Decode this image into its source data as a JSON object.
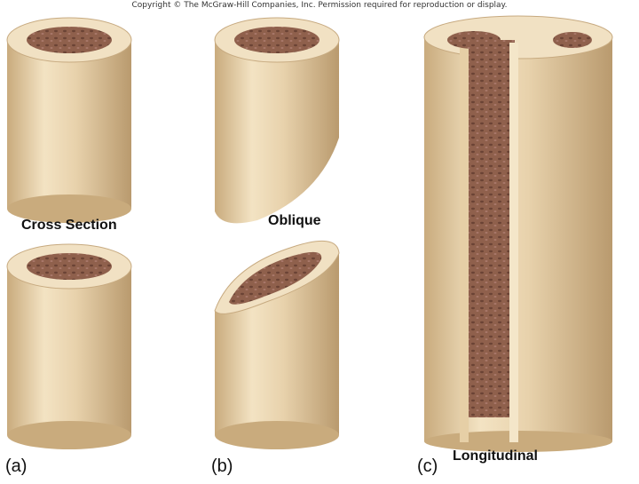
{
  "copyright": "Copyright © The McGraw-Hill Companies, Inc. Permission required for reproduction or display.",
  "labels": {
    "cross_section": "Cross Section",
    "oblique": "Oblique",
    "longitudinal": "Longitudinal"
  },
  "panels": {
    "a": "(a)",
    "b": "(b)",
    "c": "(c)"
  },
  "colors": {
    "tube_light": "#f0dfbf",
    "tube_mid": "#dcc39a",
    "tube_dark": "#b99a6e",
    "cavity": "#8a5c4a",
    "cavity_dark": "#6b4335"
  }
}
